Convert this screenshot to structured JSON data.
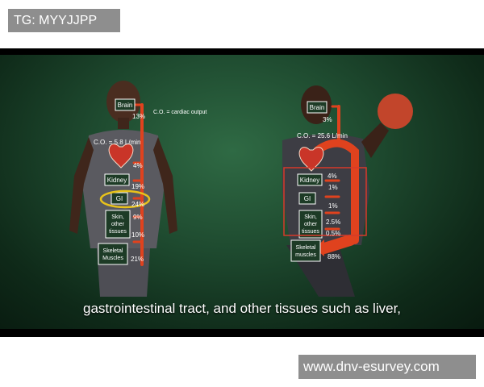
{
  "tag": "TG: MYYJJPP",
  "watermark": "www.dnv-esurvey.com",
  "subtitle": "gastrointestinal tract, and other tissues such as liver,",
  "legend": "C.O. = cardiac output",
  "rest": {
    "co": "C.O. = 5.8 L/min",
    "brain": "Brain",
    "kidney": "Kidney",
    "gi": "GI",
    "skin1": "Skin,",
    "skin2": "other",
    "skin3": "tissues",
    "sk1": "Skeletal",
    "sk2": "Muscles",
    "p_brain": "13%",
    "p_heart": "4%",
    "p_kidney": "19%",
    "p_gi": "24%",
    "p_skin": "9%",
    "p_other": "10%",
    "p_sk": "21%"
  },
  "exercise": {
    "co": "C.O. = 25.6 L/min",
    "brain": "Brain",
    "kidney": "Kidney",
    "gi": "GI",
    "skin1": "Skin,",
    "skin2": "other",
    "skin3": "tissues",
    "sk1": "Skeletal",
    "sk2": "muscles",
    "p_brain": "3%",
    "p_heart": "4%",
    "p_kidney": "1%",
    "p_gi": "1%",
    "p_skin": "2.5%",
    "p_other": "0.5%",
    "p_sk": "88%"
  },
  "colors": {
    "arrow": "#e0421e",
    "gi_highlight": "#e8c21a",
    "box_highlight": "#d63a2a"
  }
}
